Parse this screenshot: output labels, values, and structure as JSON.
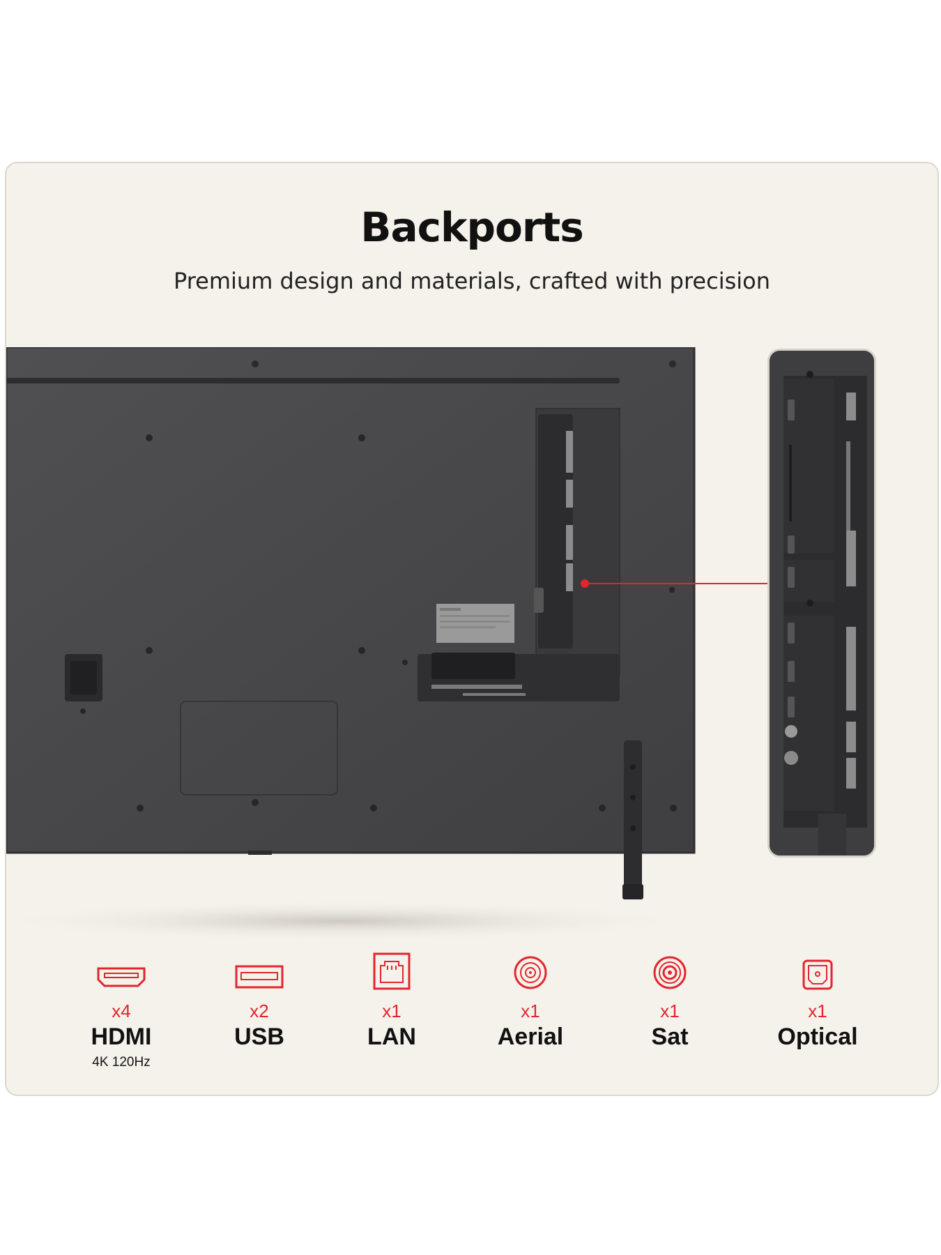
{
  "heading": {
    "title": "Backports",
    "subtitle": "Premium design and materials, crafted with precision"
  },
  "colors": {
    "accent": "#e3252c",
    "panel": "#f5f2ec",
    "tv_body": "#4a4a4c"
  },
  "features": [
    {
      "icon": "hdmi-icon",
      "count": "x4",
      "label": "HDMI",
      "note": "4K 120Hz"
    },
    {
      "icon": "usb-icon",
      "count": "x2",
      "label": "USB",
      "note": ""
    },
    {
      "icon": "lan-icon",
      "count": "x1",
      "label": "LAN",
      "note": ""
    },
    {
      "icon": "aerial-icon",
      "count": "x1",
      "label": "Aerial",
      "note": ""
    },
    {
      "icon": "sat-icon",
      "count": "x1",
      "label": "Sat",
      "note": ""
    },
    {
      "icon": "optical-icon",
      "count": "x1",
      "label": "Optical",
      "note": ""
    }
  ]
}
